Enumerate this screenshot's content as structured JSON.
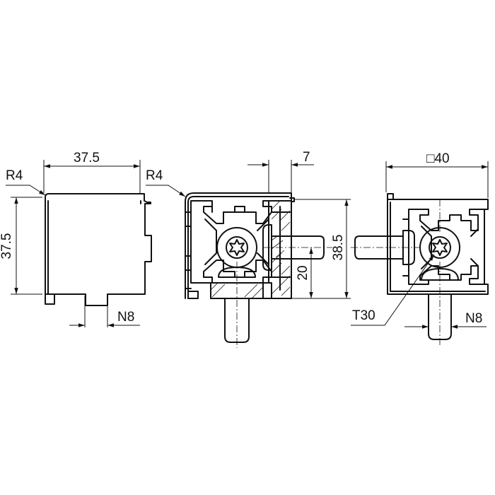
{
  "dimensions": {
    "left_width": "37.5",
    "left_height": "37.5",
    "left_radius": "R4",
    "left_slot": "N8",
    "middle_radius": "R4",
    "middle_offset": "7",
    "middle_height": "38.5",
    "middle_center": "20",
    "right_square": "□40",
    "right_drive": "T30",
    "right_slot": "N8"
  }
}
